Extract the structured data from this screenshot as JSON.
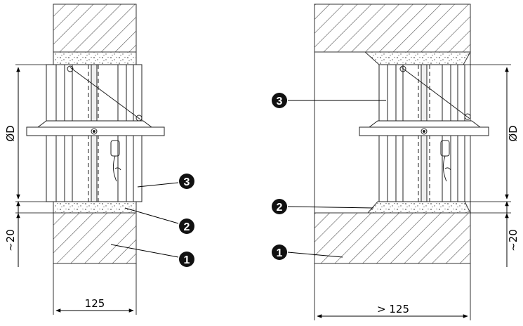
{
  "left_view": {
    "dim_diameter": "ØD",
    "dim_gap": "~20",
    "dim_depth": "125",
    "callouts": [
      "3",
      "2",
      "1"
    ]
  },
  "right_view": {
    "dim_diameter": "ØD",
    "dim_gap": "~20",
    "dim_depth": "> 125",
    "callouts": [
      "3",
      "2",
      "1"
    ]
  }
}
